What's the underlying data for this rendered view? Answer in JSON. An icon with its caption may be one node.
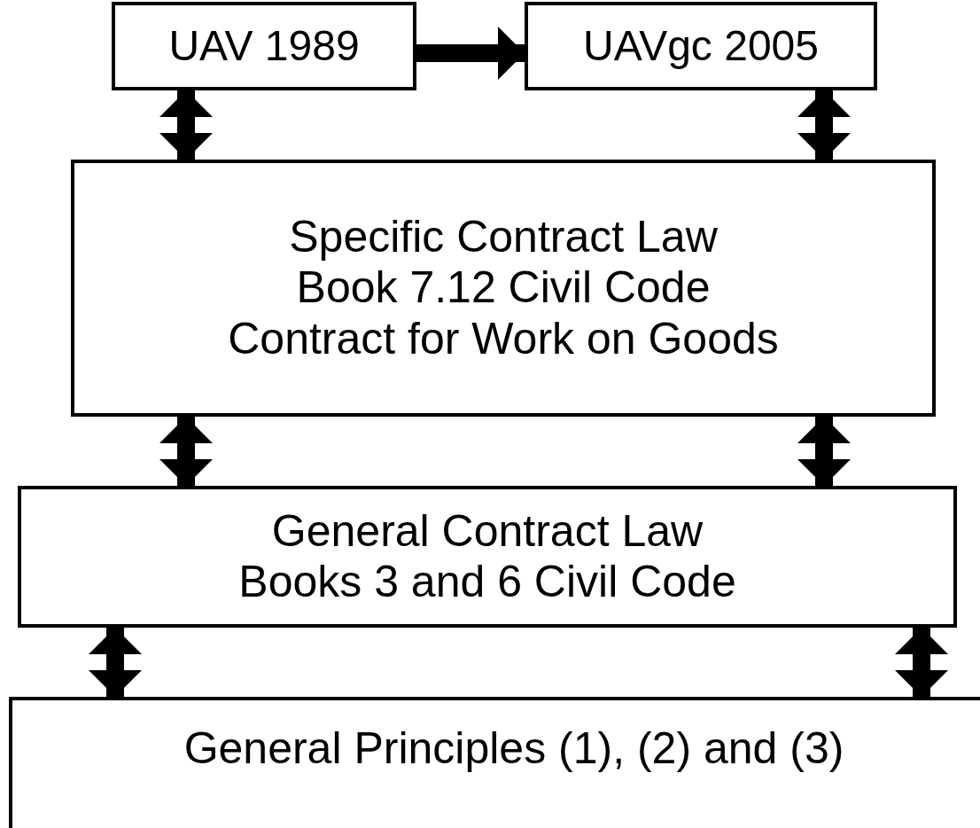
{
  "diagram": {
    "nodes": [
      {
        "text": [
          "UAV 1989"
        ]
      },
      {
        "text": [
          "UAVgc 2005"
        ]
      },
      {
        "text": [
          "Specific Contract Law",
          "Book 7.12 Civil Code",
          "Contract for Work on Goods"
        ]
      },
      {
        "text": [
          "General Contract Law",
          "Books 3 and 6 Civil Code"
        ]
      },
      {
        "text": [
          "General Principles (1), (2) and (3)"
        ]
      }
    ],
    "edges": [
      {
        "from": 0,
        "to": 1,
        "arrow": "to"
      },
      {
        "from": 0,
        "to": 2,
        "arrow": "both"
      },
      {
        "from": 1,
        "to": 2,
        "arrow": "both"
      },
      {
        "from": 2,
        "to": 3,
        "arrow": "both"
      },
      {
        "from": 2,
        "to": 3,
        "arrow": "both"
      },
      {
        "from": 3,
        "to": 4,
        "arrow": "both"
      },
      {
        "from": 3,
        "to": 4,
        "arrow": "both"
      }
    ]
  }
}
